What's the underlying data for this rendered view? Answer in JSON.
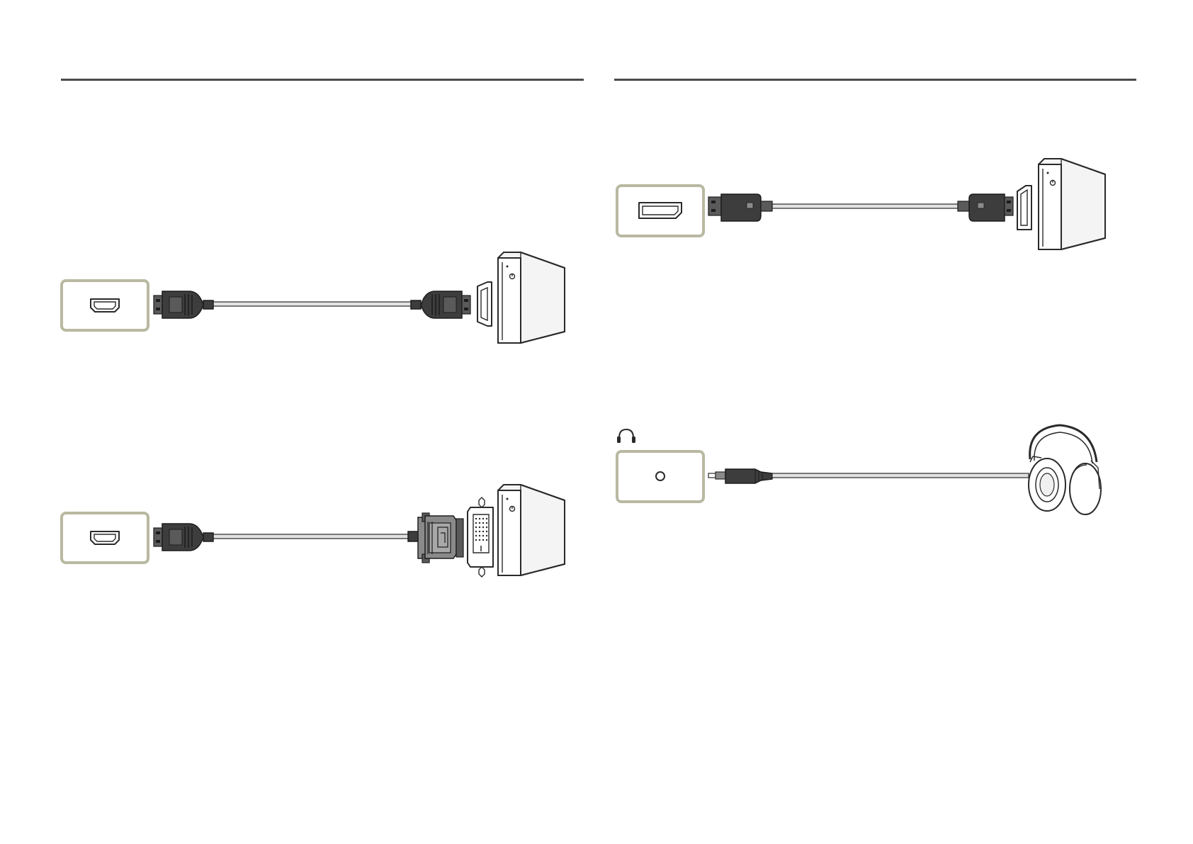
{
  "sections": [
    {
      "id": "left",
      "diagrams": [
        "hdmi-to-hdmi",
        "hdmi-to-dvi"
      ]
    },
    {
      "id": "right",
      "diagrams": [
        "displayport-to-displayport",
        "headphone-out"
      ]
    }
  ],
  "icons": [
    "hdmi-port-icon",
    "displayport-port-icon",
    "headphone-jack-icon",
    "headphone-symbol-icon",
    "computer-icon",
    "headphones-icon",
    "dvi-port-icon"
  ],
  "colors": {
    "rule": "#4a4a4a",
    "port_border": "#b9b9a2",
    "connector": "#3d3d3d",
    "cable": "#e2e2e2",
    "line": "#2a2a2a"
  }
}
